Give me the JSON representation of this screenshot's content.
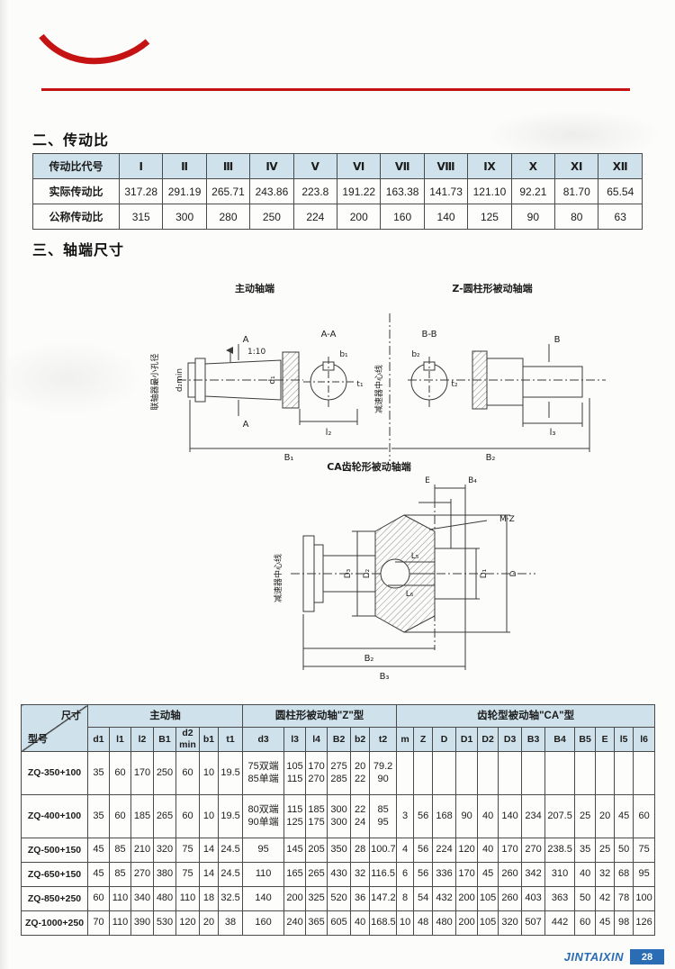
{
  "page": {
    "section2_title": "二、传动比",
    "section3_title": "三、轴端尺寸",
    "footer_brand": "JINTAIXIN",
    "footer_page": "28"
  },
  "ratio_table": {
    "header": [
      "传动比代号",
      "Ⅰ",
      "Ⅱ",
      "Ⅲ",
      "Ⅳ",
      "Ⅴ",
      "Ⅵ",
      "Ⅶ",
      "Ⅷ",
      "Ⅸ",
      "Ⅹ",
      "Ⅺ",
      "Ⅻ"
    ],
    "rows": [
      {
        "label": "实际传动比",
        "values": [
          "317.28",
          "291.19",
          "265.71",
          "243.86",
          "223.8",
          "191.22",
          "163.38",
          "141.73",
          "121.10",
          "92.21",
          "81.70",
          "65.54"
        ]
      },
      {
        "label": "公称传动比",
        "values": [
          "315",
          "300",
          "280",
          "250",
          "224",
          "200",
          "160",
          "140",
          "125",
          "90",
          "80",
          "63"
        ]
      }
    ]
  },
  "drawing": {
    "title_main": "主动轴端",
    "title_z": "Z-圆柱形被动轴端",
    "title_ca": "CA齿轮形被动轴端",
    "coupling_min_bore": "联轴器最小孔径",
    "reducer_center_line": "减速器中心线",
    "reducer_center_line_ca": "减速器中心线",
    "taper": "1:10",
    "section_aa": "A-A",
    "section_bb": "B-B",
    "mark_a": "A",
    "mark_b": "B",
    "d1": "d₁",
    "d2min": "d₂min",
    "b1": "b₁",
    "t1": "t₁",
    "b2": "b₂",
    "t2": "t₂",
    "l2": "l₂",
    "l3": "l₃",
    "B1": "B₁",
    "B2": "B₂",
    "B2_ca": "B₂",
    "B3": "B₃",
    "B4": "B₄",
    "E": "E",
    "MZ": "M·Z",
    "D": "D",
    "D1": "D₁",
    "D2": "D₂",
    "D3": "D₃",
    "L5": "L₅",
    "L6": "L₆"
  },
  "dim_table": {
    "corner_size": "尺寸",
    "corner_model": "型号",
    "groups": [
      "主动轴",
      "圆柱形被动轴\"Z\"型",
      "齿轮型被动轴\"CA\"型"
    ],
    "sub_headers": [
      "d1",
      "l1",
      "l2",
      "B1",
      "d2\nmin",
      "b1",
      "t1",
      "d3",
      "l3",
      "l4",
      "B2",
      "b2",
      "t2",
      "m",
      "Z",
      "D",
      "D1",
      "D2",
      "D3",
      "B3",
      "B4",
      "B5",
      "E",
      "l5",
      "l6"
    ],
    "rows": [
      {
        "model": "ZQ-350+100",
        "cells": [
          "35",
          "60",
          "170",
          "250",
          "60",
          "10",
          "19.5",
          "75双端\n85单端",
          "105\n115",
          "170\n270",
          "275\n285",
          "20\n22",
          "79.2\n90",
          "",
          "",
          "",
          "",
          "",
          "",
          "",
          "",
          "",
          "",
          "",
          ""
        ]
      },
      {
        "model": "ZQ-400+100",
        "cells": [
          "35",
          "60",
          "185",
          "265",
          "60",
          "10",
          "19.5",
          "80双端\n90单端",
          "115\n125",
          "185\n175",
          "300\n300",
          "22\n24",
          "85\n95",
          "3",
          "56",
          "168",
          "90",
          "40",
          "140",
          "234",
          "207.5",
          "25",
          "20",
          "45",
          "60"
        ]
      },
      {
        "model": "ZQ-500+150",
        "cells": [
          "45",
          "85",
          "210",
          "320",
          "75",
          "14",
          "24.5",
          "95",
          "145",
          "205",
          "350",
          "28",
          "100.7",
          "4",
          "56",
          "224",
          "120",
          "40",
          "170",
          "270",
          "238.5",
          "35",
          "25",
          "50",
          "75"
        ]
      },
      {
        "model": "ZQ-650+150",
        "cells": [
          "45",
          "85",
          "270",
          "380",
          "75",
          "14",
          "24.5",
          "110",
          "165",
          "265",
          "430",
          "32",
          "116.5",
          "6",
          "56",
          "336",
          "170",
          "45",
          "260",
          "342",
          "310",
          "40",
          "32",
          "68",
          "95"
        ]
      },
      {
        "model": "ZQ-850+250",
        "cells": [
          "60",
          "110",
          "340",
          "480",
          "110",
          "18",
          "32.5",
          "140",
          "200",
          "325",
          "520",
          "36",
          "147.2",
          "8",
          "54",
          "432",
          "200",
          "105",
          "260",
          "403",
          "363",
          "50",
          "42",
          "78",
          "100"
        ]
      },
      {
        "model": "ZQ-1000+250",
        "cells": [
          "70",
          "110",
          "390",
          "530",
          "120",
          "20",
          "38",
          "160",
          "240",
          "365",
          "605",
          "40",
          "168.5",
          "10",
          "48",
          "480",
          "200",
          "105",
          "320",
          "507",
          "442",
          "60",
          "45",
          "98",
          "126"
        ]
      }
    ]
  }
}
